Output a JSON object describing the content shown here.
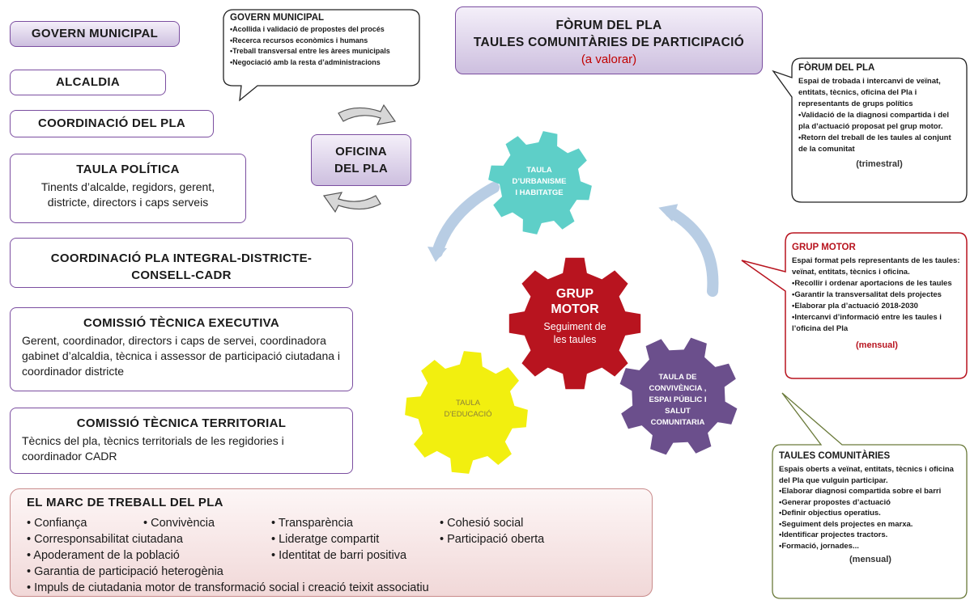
{
  "left_boxes": {
    "govern": "GOVERN MUNICIPAL",
    "alcaldia": "ALCALDIA",
    "coordinacio": "COORDINACIÓ DEL PLA",
    "taula_politica_title": "TAULA POLÍTICA",
    "taula_politica_body": "Tinents d’alcalde, regidors, gerent, districte, directors i caps serveis",
    "coord_integral": "COORDINACIÓ PLA INTEGRAL-DISTRICTE-CONSELL-CADR",
    "cte_title": "COMISSIÓ TÈCNICA EXECUTIVA",
    "cte_body": "Gerent, coordinador, directors i caps de servei, coordinadora gabinet d’alcaldia, tècnica i assessor de participació ciutadana i coordinador districte",
    "ctt_title": "COMISSIÓ TÈCNICA TERRITORIAL",
    "ctt_body": "Tècnics del pla, tècnics territorials de les regidories i coordinador CADR"
  },
  "govern_bubble": {
    "title": "GOVERN MUNICIPAL",
    "items": [
      "•Acollida i validació de propostes del procés",
      "•Recerca recursos econòmics i humans",
      "•Treball transversal entre les àrees municipals",
      "•Negociació amb la resta d’administracions"
    ]
  },
  "oficina": {
    "line1": "OFICINA",
    "line2": "DEL PLA"
  },
  "forum_box": {
    "line1": "FÒRUM DEL PLA",
    "line2": "TAULES COMUNITÀRIES DE PARTICIPACIÓ",
    "line3": "(a valorar)"
  },
  "forum_bubble": {
    "title": "FÒRUM DEL PLA",
    "items": [
      "Espai de trobada i intercanvi de veïnat, entitats, tècnics, oficina del Pla i representants de grups polítics",
      "•Validació de la diagnosi compartida i del pla d’actuació proposat pel grup motor.",
      "•Retorn del treball de les taules al conjunt de la comunitat"
    ],
    "freq": "(trimestral)"
  },
  "grup_bubble": {
    "title": "GRUP MOTOR",
    "items": [
      "Espai format pels representants de les taules: veïnat, entitats, tècnics i oficina.",
      "•Recollir i ordenar aportacions de les taules",
      "•Garantir la transversalitat dels projectes",
      "•Elaborar pla d’actuació 2018-2030",
      "•Intercanvi d’informació entre les taules i l’oficina del Pla"
    ],
    "freq": "(mensual)"
  },
  "taules_bubble": {
    "title": "TAULES COMUNITÀRIES",
    "items": [
      "Espais oberts a veïnat, entitats, tècnics i oficina del Pla que vulguin participar.",
      "•Elaborar diagnosi compartida sobre el barri",
      "•Generar propostes d’actuació",
      "•Definir objectius operatius.",
      "•Seguiment dels projectes en marxa.",
      "•Identificar projectes tractors.",
      "•Formació, jornades..."
    ],
    "freq": "(mensual)"
  },
  "gears": {
    "urbanisme": {
      "l1": "TAULA",
      "l2": "D’URBANISME",
      "l3": "I HABITATGE",
      "color": "#5ecfc8"
    },
    "grup": {
      "l1": "GRUP",
      "l2": "MOTOR",
      "l3": "Seguiment de",
      "l4": "les taules",
      "color": "#b8141f"
    },
    "educacio": {
      "l1": "TAULA",
      "l2": "D’EDUCACIÓ",
      "color": "#f2ef0f"
    },
    "convivencia": {
      "l1": "TAULA DE",
      "l2": "CONVIVÈNCIA ,",
      "l3": "ESPAI PÚBLIC  I",
      "l4": "SALUT",
      "l5": "COMUNITARIA",
      "color": "#6b4f8c"
    }
  },
  "marc": {
    "title": "EL MARC DE TREBALL DEL PLA",
    "r1a": "• Confiança",
    "r1b": "• Convivència",
    "r1c": "• Transparència",
    "r1d": "• Cohesió social",
    "r2a": "• Corresponsabilitat ciutadana",
    "r2b": "• Lideratge compartit",
    "r2c": "• Participació oberta",
    "r3a": "• Apoderament de la població",
    "r3b": "• Identitat de barri positiva",
    "r4": "• Garantia de participació heterogènia",
    "r5": "• Impuls de ciutadania  motor de transformació social i creació teixit associatiu"
  }
}
